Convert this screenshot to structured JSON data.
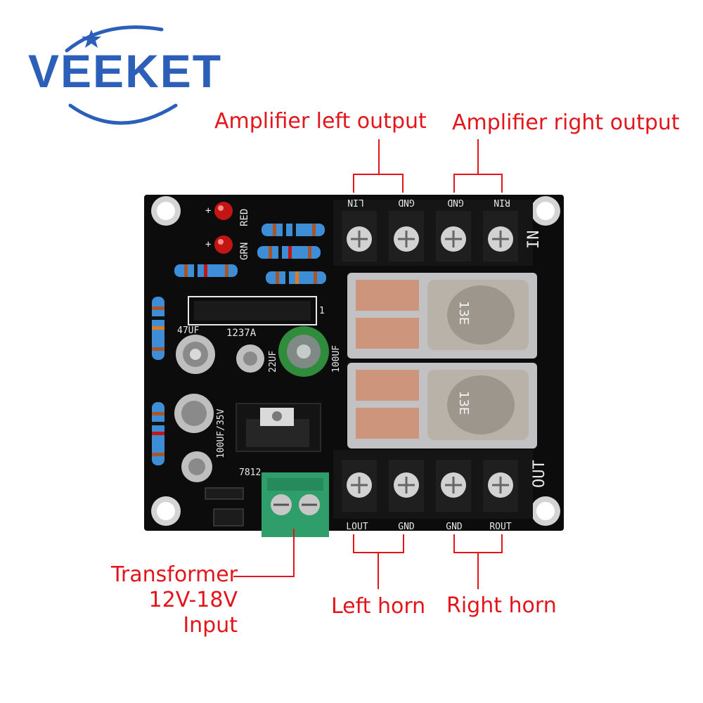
{
  "brand": {
    "name": "VEEKET",
    "color": "#2c5fb8"
  },
  "annotations": {
    "color": "#e3151b",
    "amp_left_output": "Amplifier left output",
    "amp_right_output": "Amplifier right output",
    "left_horn": "Left horn",
    "right_horn": "Right horn",
    "transformer_line1": "Transformer",
    "transformer_line2": "12V-18V Input"
  },
  "board": {
    "pcb_color": "#0c0c0c",
    "input_header": "IN",
    "output_header": "OUT",
    "input_terminals": [
      "LIN",
      "GND",
      "GND",
      "RIN"
    ],
    "output_terminals": [
      "LOUT",
      "GND",
      "GND",
      "ROUT"
    ],
    "led_labels": [
      "GRN",
      "RED"
    ],
    "chip_label": "1237A",
    "chip_pin": "1",
    "capacitor_labels": [
      "47UF",
      "22UF",
      "100UF",
      "100UF/35V"
    ],
    "regulator_label": "7812",
    "relay_label": "13E",
    "power_terminal_color": "#2f9e6b"
  }
}
